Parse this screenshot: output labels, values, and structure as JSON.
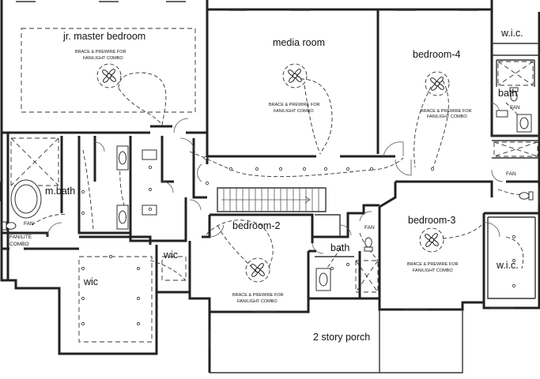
{
  "rooms": {
    "jr_master": "jr. master bedroom",
    "media": "media room",
    "bedroom4": "bedroom-4",
    "wic_top": "w.i.c.",
    "bath_right": "bath",
    "mbath": "m.bath",
    "bedroom2": "bedroom-2",
    "bedroom3": "bedroom-3",
    "bath_mid": "bath",
    "wic_right": "w.i.c.",
    "wic_left": "wic",
    "wic_small": "wic",
    "porch": "2 story porch"
  },
  "notes": {
    "brace_jr_1": "BRACE & PREWIRE FOR",
    "brace_jr_2": "FAN/LIGHT COMBO",
    "brace_media_1": "BRACE & PREWIRE FOR",
    "brace_media_2": "FAN/LIGHT COMBO",
    "brace_b4_1": "BRACE & PREWIRE FOR",
    "brace_b4_2": "FAN/LIGHT COMBO",
    "brace_b2_1": "BRACE & PREWIRE FOR",
    "brace_b2_2": "FAN/LIGHT COMBO",
    "brace_b3_1": "BRACE & PREWIRE FOR",
    "brace_b3_2": "FAN/LIGHT COMBO",
    "fan_mbath": "FAN",
    "fanlite_1": "FAN/LITE",
    "fanlite_2": "COMBO",
    "fan_bath_right": "FAN",
    "fan_right": "FAN",
    "fan_mid": "FAN"
  }
}
